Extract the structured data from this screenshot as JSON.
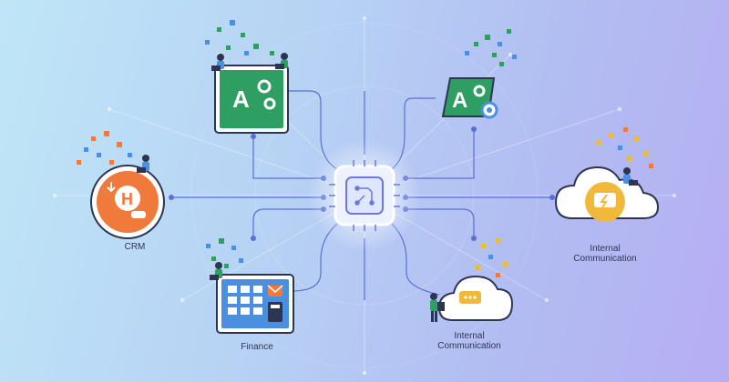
{
  "labels": {
    "crm": "CRM",
    "finance": "Finance",
    "internal_communication_right": [
      "Internal",
      "Communication"
    ],
    "internal_communication_bottom": [
      "Internal",
      "Communication"
    ]
  },
  "icons": {
    "automation_app": "A⚙",
    "crm_logo": "H"
  },
  "colors": {
    "green": "#2e9e63",
    "orange": "#ef7a3c",
    "yellow": "#f1b93c",
    "blue": "#4a8fe0",
    "line": "#5b6fd6"
  }
}
